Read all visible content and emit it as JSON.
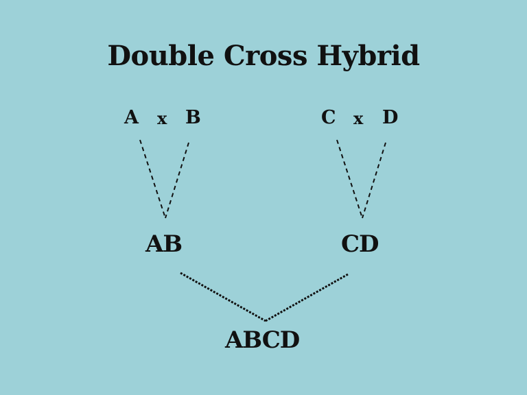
{
  "diagram": {
    "title": "Double Cross Hybrid",
    "parents_left": [
      "A",
      "x",
      "B"
    ],
    "parents_right": [
      "C",
      "x",
      "D"
    ],
    "single_cross": [
      "AB",
      "CD"
    ],
    "double_cross": "ABCD"
  },
  "colors": {
    "background": "#9dd1d8",
    "text": "#111111",
    "lines": "#111111"
  }
}
